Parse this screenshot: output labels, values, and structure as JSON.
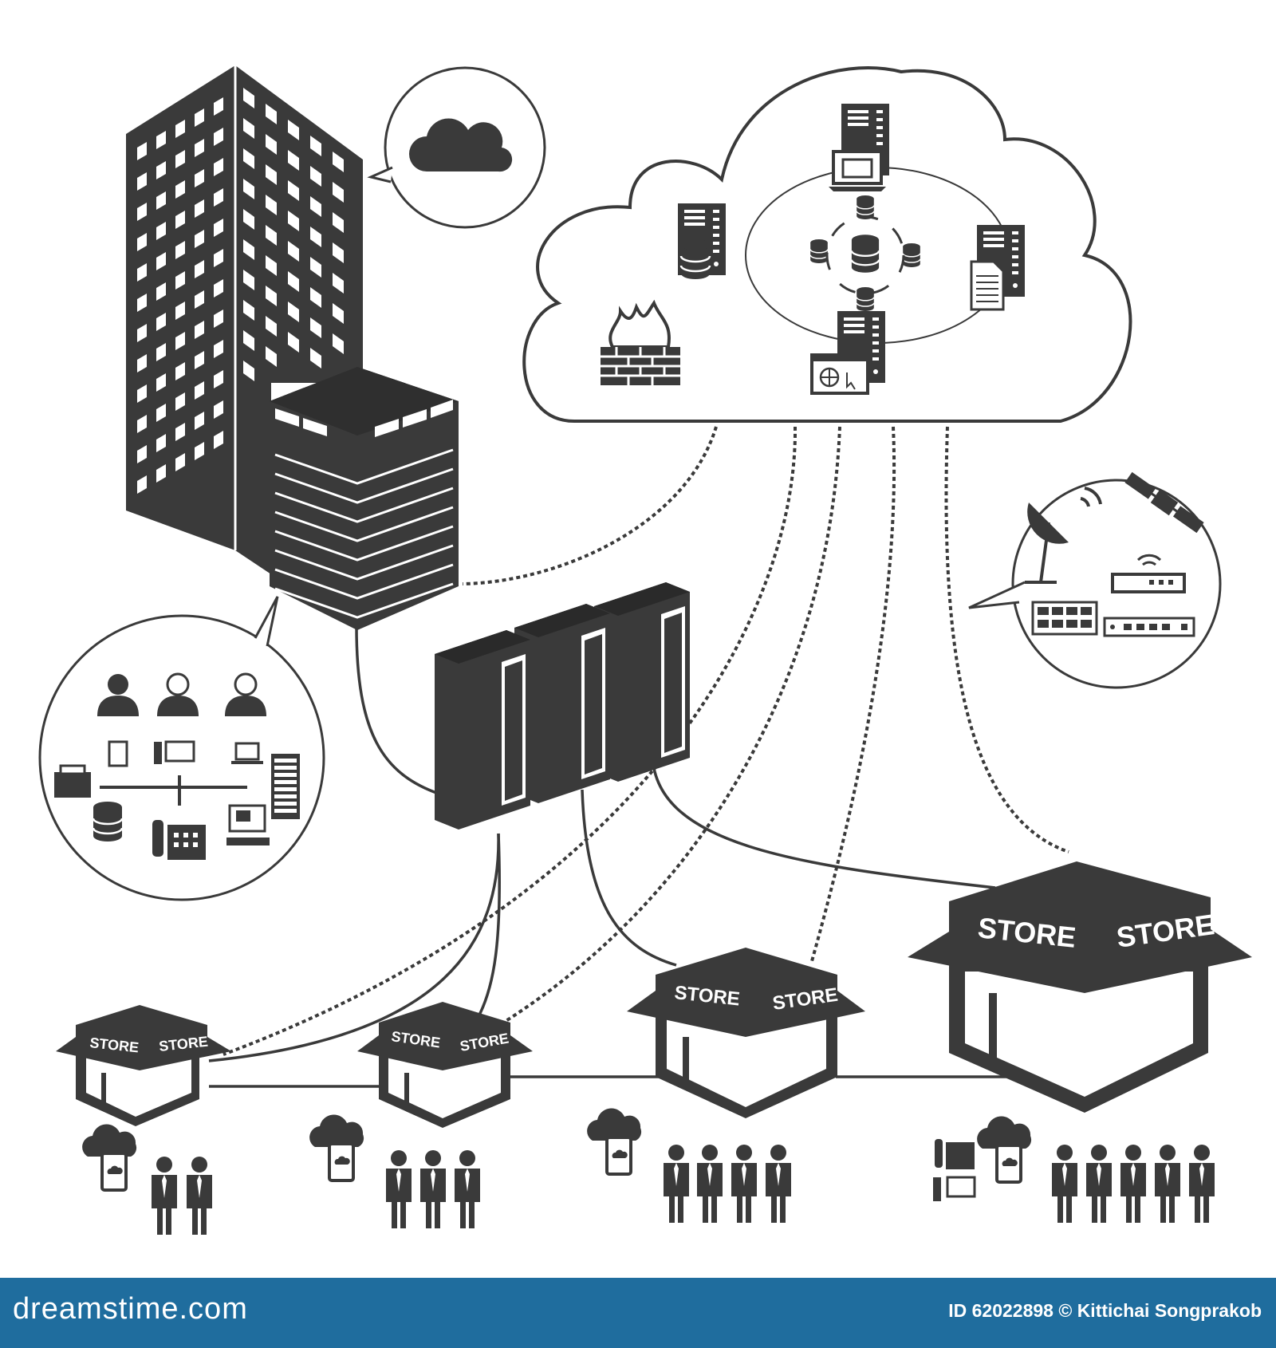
{
  "stores": {
    "s1": {
      "a": "STORE",
      "b": "STORE"
    },
    "s2": {
      "a": "STORE",
      "b": "STORE"
    },
    "s3": {
      "a": "STORE",
      "b": "STORE"
    },
    "s4": {
      "a": "STORE",
      "b": "STORE"
    }
  },
  "footer": {
    "logo": "dreamstime.com",
    "credit": "ID 62022898 © Kittichai Songprakob"
  },
  "colors": {
    "icon": "#3a3a3a",
    "footer": "#1f6d9e",
    "background": "#ffffff"
  }
}
